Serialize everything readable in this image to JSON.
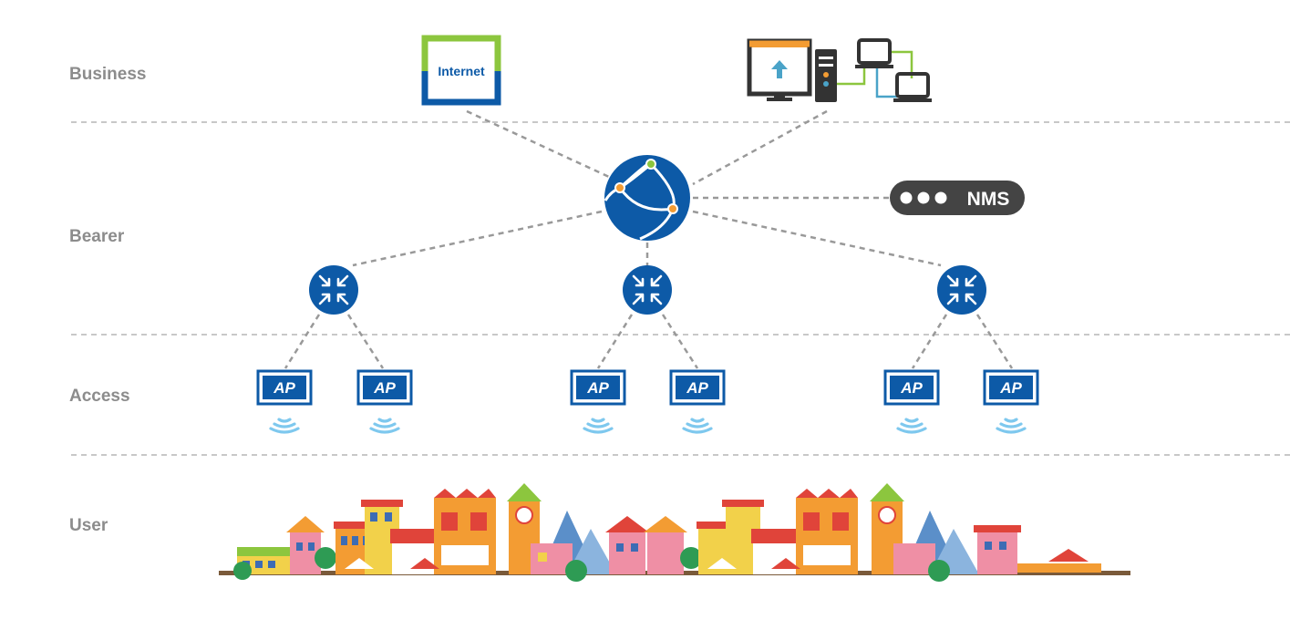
{
  "layers": {
    "business": "Business",
    "bearer": "Bearer",
    "access": "Access",
    "user": "User"
  },
  "internet_label": "Internet",
  "nms_label": "NMS",
  "ap_label": "AP",
  "colors": {
    "primary_blue": "#0d5aa7",
    "dashed_line": "#999999",
    "layer_label": "#8c8c8c",
    "wifi": "#7ec8ee",
    "nms_bg": "#444444",
    "internet_green": "#8cc63e",
    "accent_orange": "#f39c33"
  },
  "icons": [
    "internet-icon",
    "server-pc-icon",
    "network-globe-icon",
    "nms-icon",
    "aggregation-switch-icon",
    "access-point-icon",
    "wifi-icon",
    "town-illustration"
  ]
}
